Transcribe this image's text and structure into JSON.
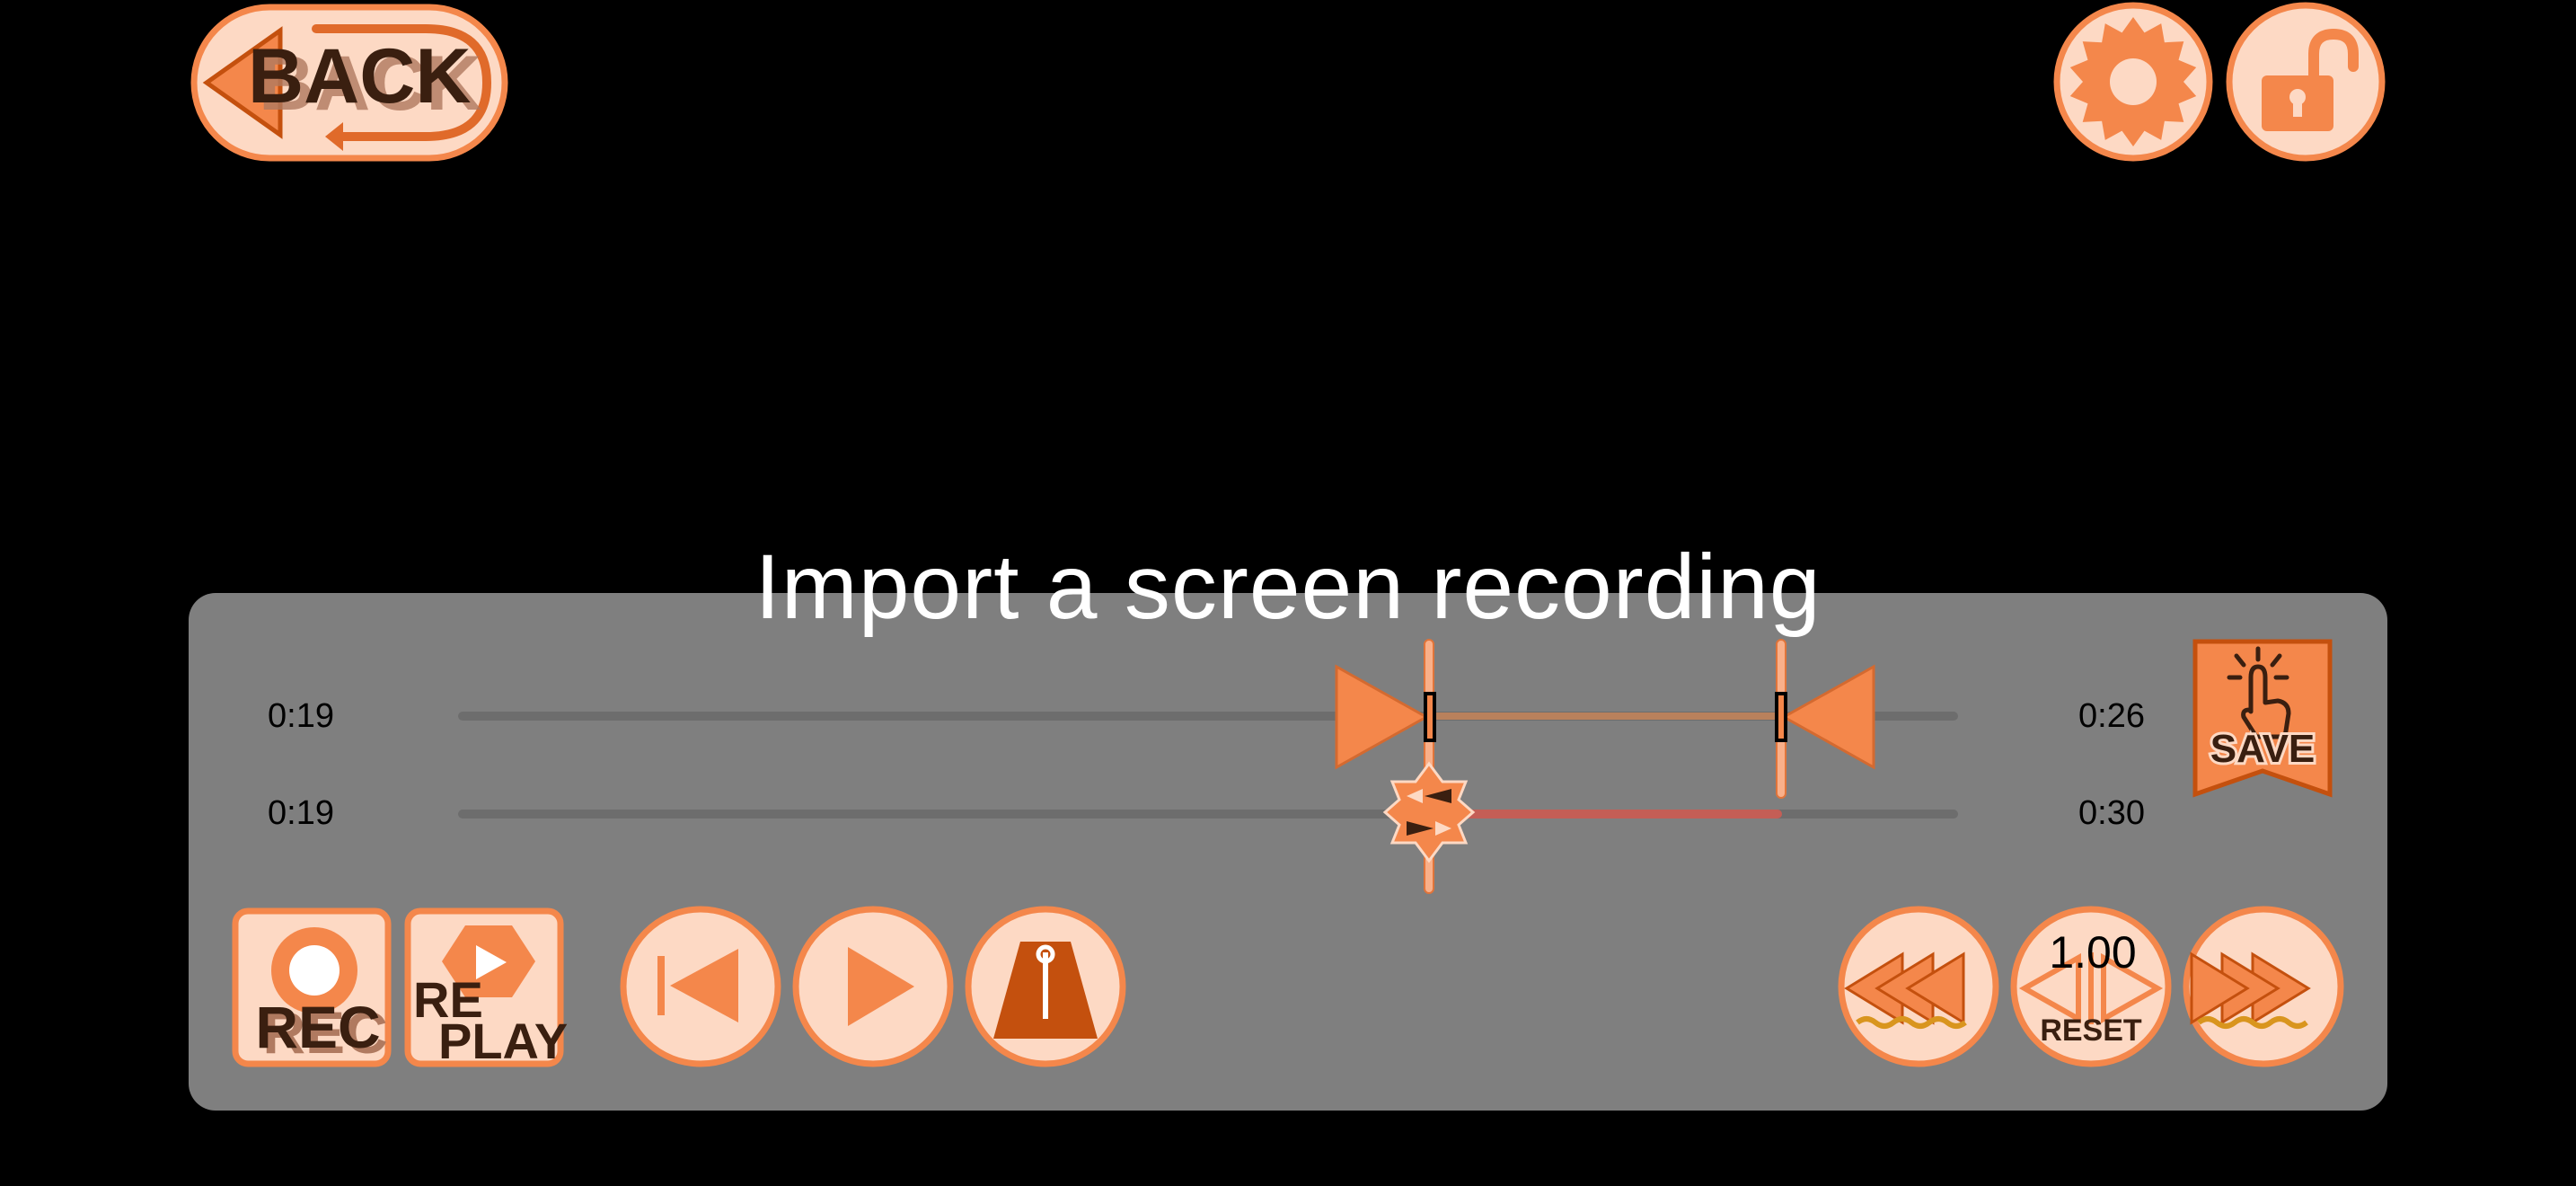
{
  "header": {
    "back_label": "BACK"
  },
  "overlay": {
    "prompt": "Import a screen recording"
  },
  "timeline": {
    "trim_start_time": "0:19",
    "trim_end_time": "0:26",
    "playback_start_time": "0:19",
    "playback_end_time": "0:30"
  },
  "actions": {
    "save_label": "SAVE",
    "rec_label": "REC",
    "replay_label_line1": "RE",
    "replay_label_line2": "PLAY",
    "reset_label": "RESET"
  },
  "speed": {
    "value": "1.00"
  },
  "colors": {
    "accent": "#f4874b",
    "accent_light": "#fdd9c4",
    "accent_dark": "#c4500e",
    "ink": "#3a1f10",
    "panel": "#7f7f7f",
    "trim_range": "#b9815c",
    "playback_range": "#c45e56"
  }
}
